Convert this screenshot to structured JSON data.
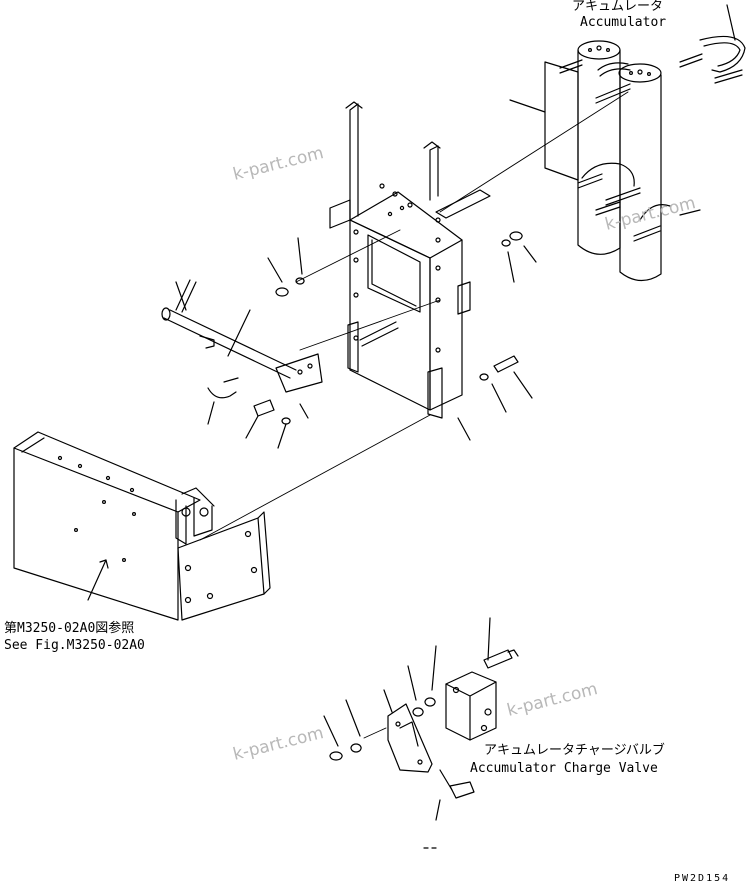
{
  "labels": {
    "accumulator_jp": "アキュムレータ",
    "accumulator_en": "Accumulator",
    "reference_jp": "第M3250-02A0図参照",
    "reference_en": "See Fig.M3250-02A0",
    "charge_valve_jp": "アキュムレータチャージバルブ",
    "charge_valve_en": "Accumulator Charge Valve",
    "drawing_code": "PW2D154"
  },
  "watermarks": [
    "k-part.com",
    "k-part.com",
    "k-part.com",
    "k-part.com"
  ],
  "colors": {
    "line": "#000000",
    "watermark": "#b8b8b8",
    "background": "#ffffff"
  }
}
